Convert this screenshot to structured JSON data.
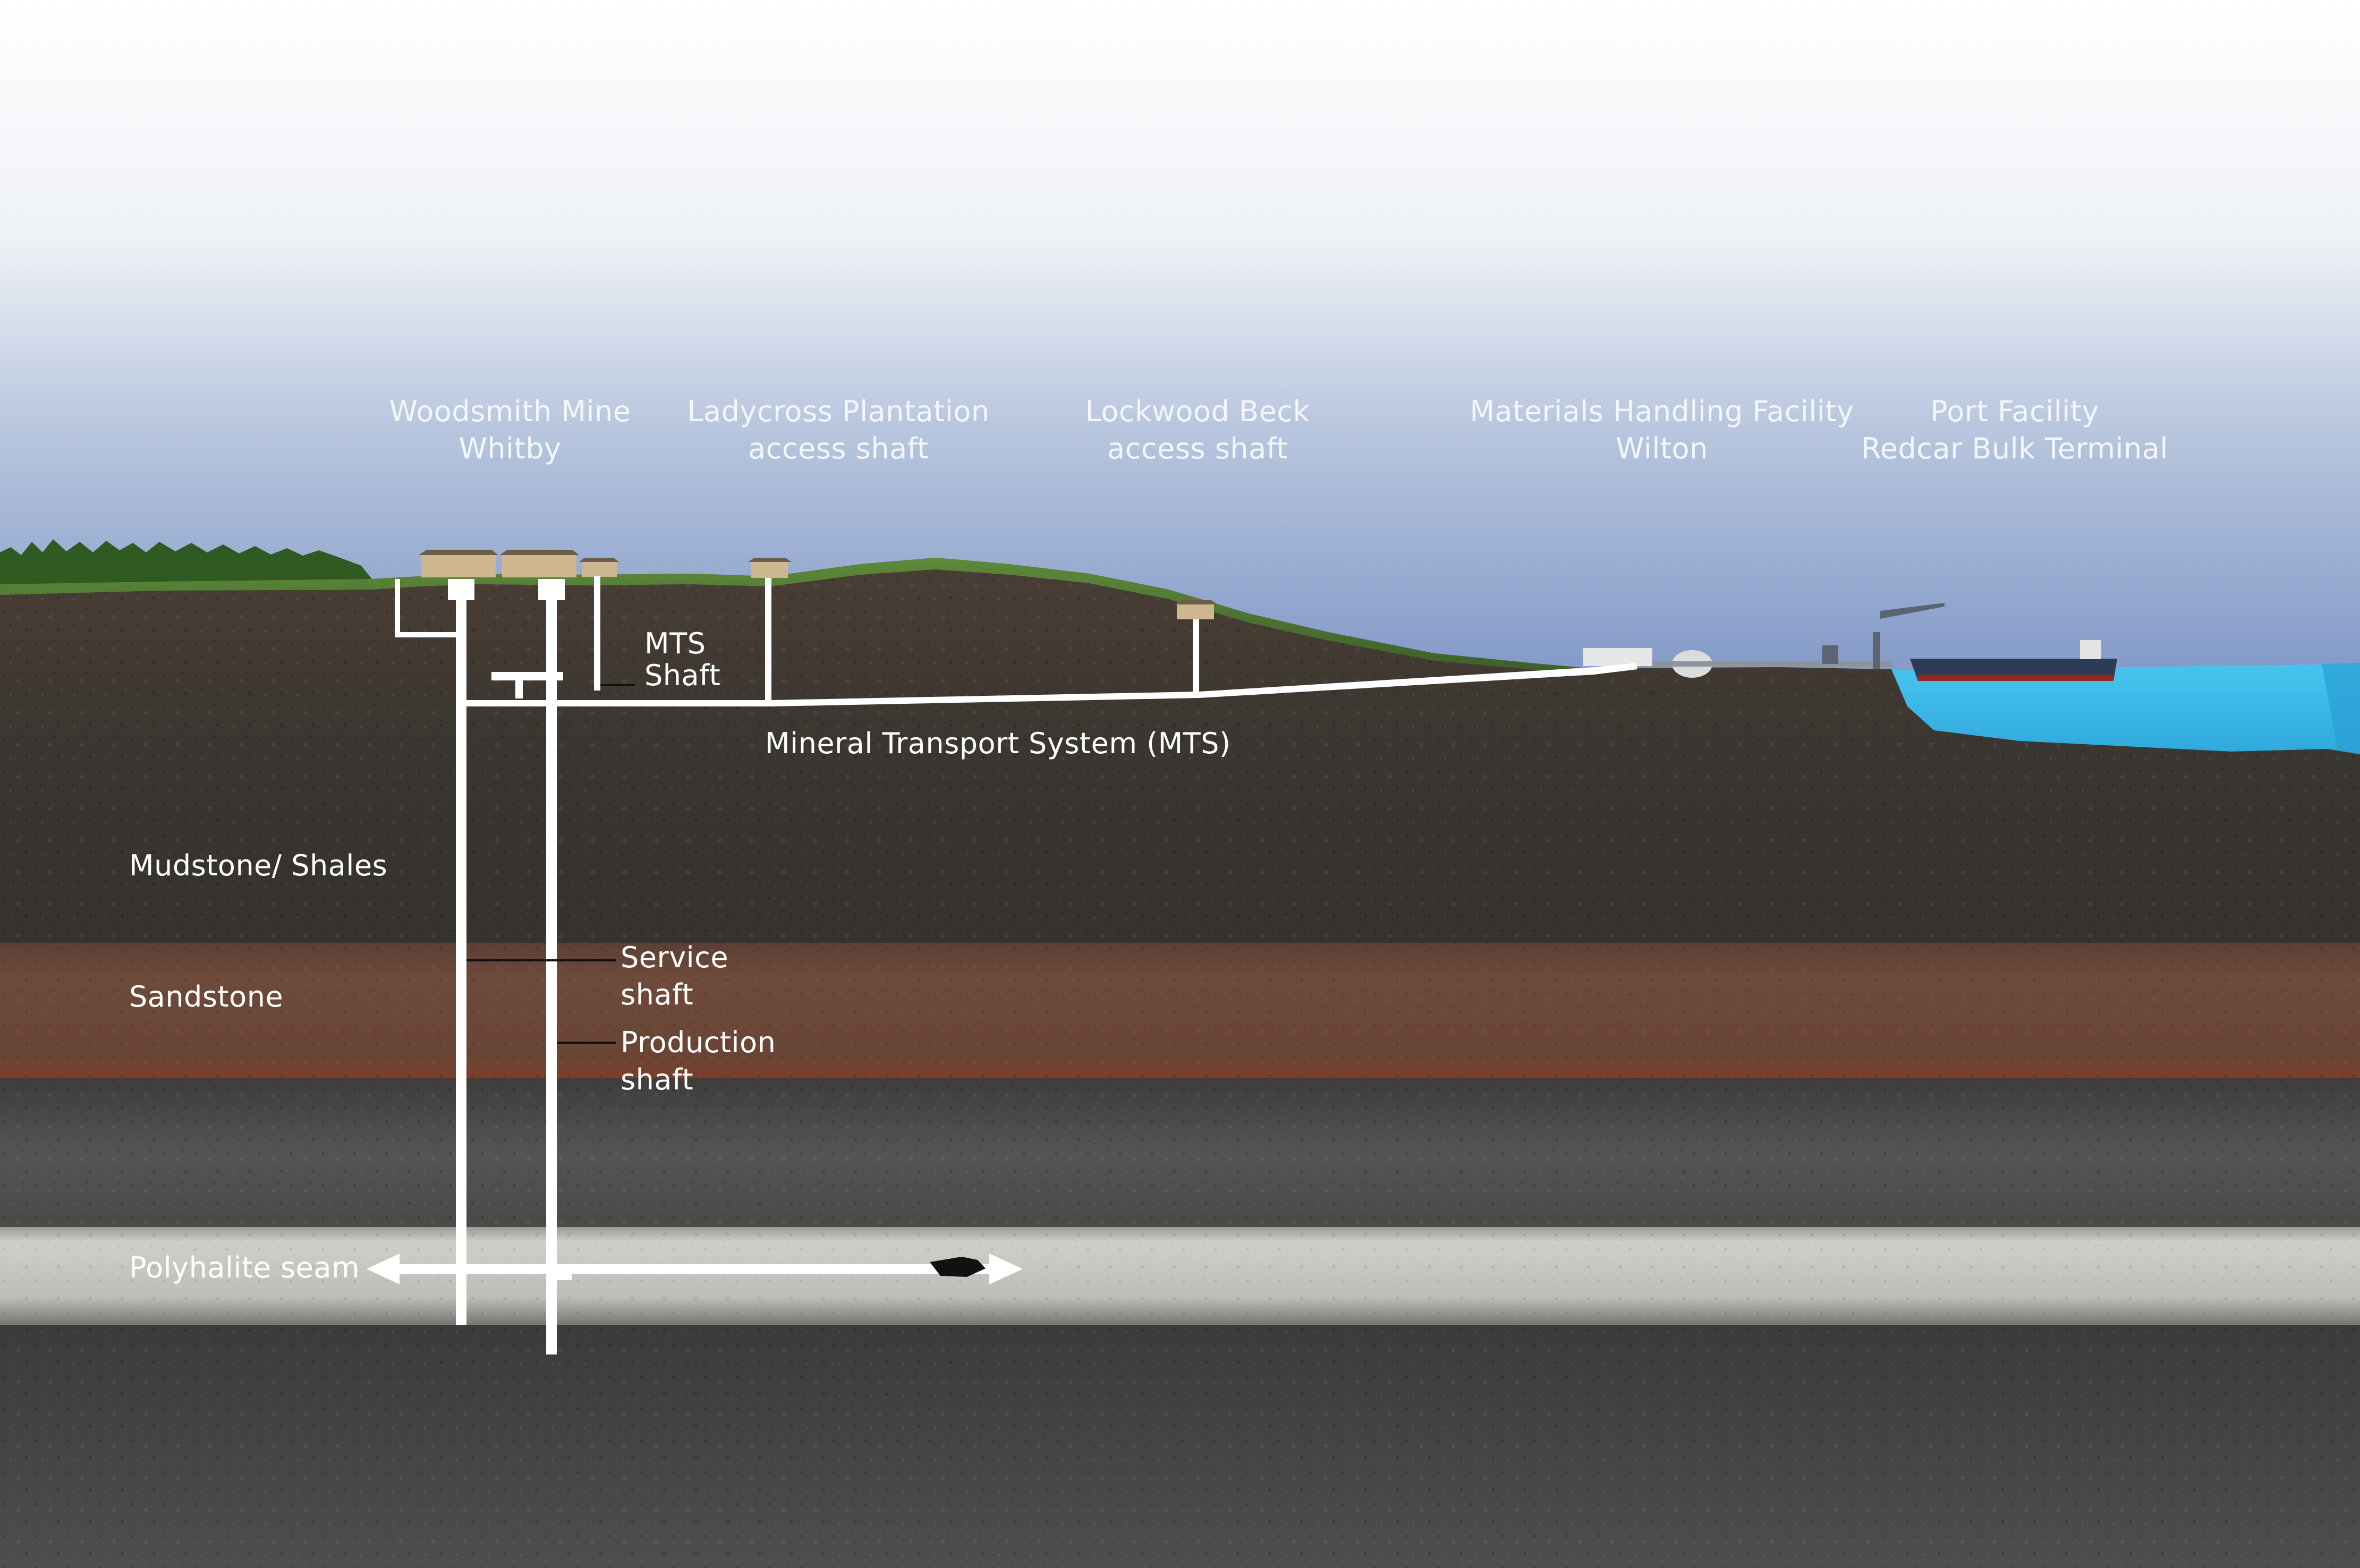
{
  "surface_sites": [
    {
      "line1": "Woodsmith Mine",
      "line2": "Whitby"
    },
    {
      "line1": "Ladycross Plantation",
      "line2": "access shaft"
    },
    {
      "line1": "Lockwood Beck",
      "line2": "access shaft"
    },
    {
      "line1": "Materials Handling Facility",
      "line2": "Wilton"
    },
    {
      "line1": "Port Facility",
      "line2": "Redcar Bulk Terminal"
    }
  ],
  "shaft_labels": {
    "mts_shaft": {
      "line1": "MTS",
      "line2": "Shaft"
    },
    "service_shaft": {
      "line1": "Service",
      "line2": "shaft"
    },
    "production_shaft": {
      "line1": "Production",
      "line2": "shaft"
    }
  },
  "mts_label": "Mineral Transport System (MTS)",
  "strata": {
    "mudstone": "Mudstone/ Shales",
    "sandstone": "Sandstone",
    "polyhalite": "Polyhalite seam"
  },
  "colors": {
    "sky_top": "#ffffff",
    "sky_bottom": "#7f97c6",
    "grass": "#4f7a33",
    "mudstone": "#3a3632",
    "sandstone": "#6e4a3a",
    "deep_rock": "#4a4a48",
    "polyhalite": "#c9c9c4",
    "sea": "#3fb6e6",
    "shaft": "#ffffff"
  }
}
